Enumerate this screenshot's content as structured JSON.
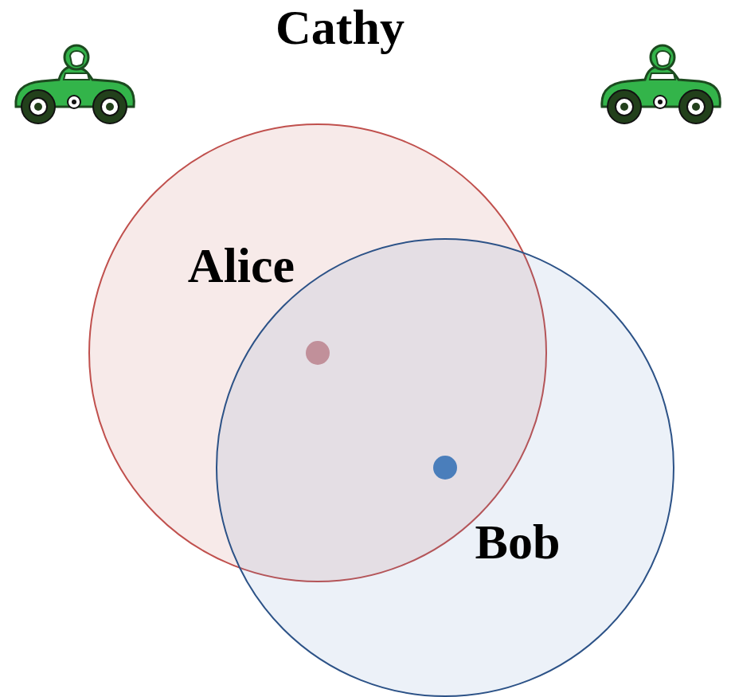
{
  "diagram": {
    "title": "Cathy",
    "nodes": [
      {
        "text": [
          "Alice"
        ]
      },
      {
        "text": [
          "Bob"
        ]
      }
    ]
  }
}
